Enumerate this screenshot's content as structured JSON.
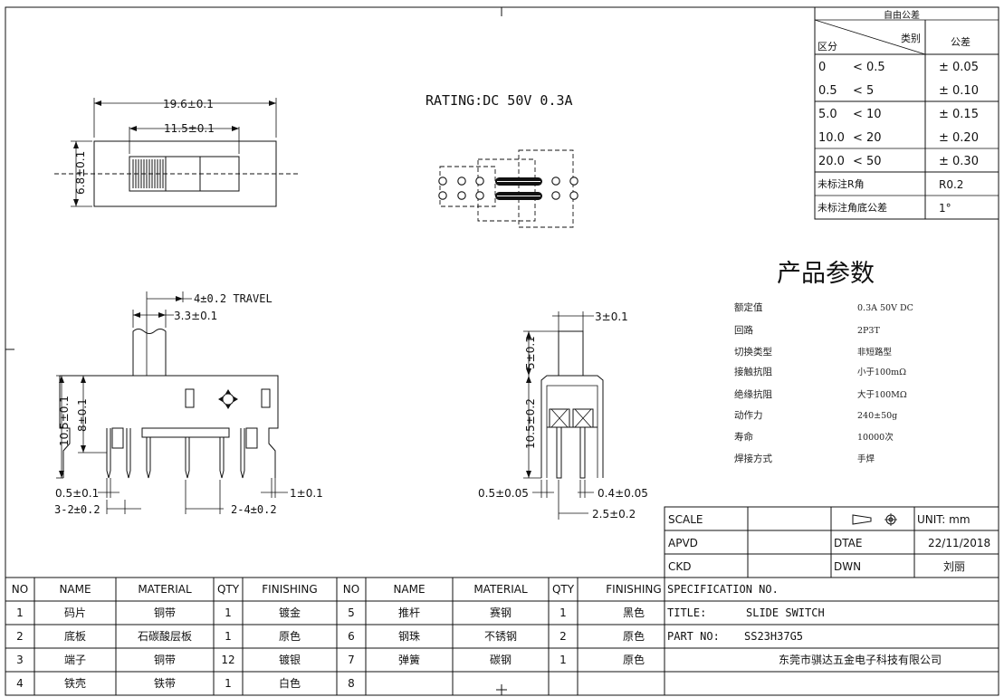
{
  "rating": "RATING:DC 50V 0.3A",
  "tolerance_table": {
    "title": "自由公差",
    "header_category": "类别",
    "header_range": "区分",
    "header_tol": "公差",
    "rows": [
      {
        "a": "0",
        "b": "< 0.5",
        "tol": "± 0.05"
      },
      {
        "a": "0.5",
        "b": "< 5",
        "tol": "± 0.10"
      },
      {
        "a": "5.0",
        "b": "< 10",
        "tol": "± 0.15"
      },
      {
        "a": "10.0",
        "b": "< 20",
        "tol": "± 0.20"
      },
      {
        "a": "20.0",
        "b": "< 50",
        "tol": "± 0.30"
      }
    ],
    "r_label": "未标注R角",
    "r_value": "R0.2",
    "angle_label": "未标注角底公差",
    "angle_value": "1°"
  },
  "params": {
    "title": "产品参数",
    "items": [
      {
        "label": "额定值",
        "value": "0.3A 50V DC"
      },
      {
        "label": "回路",
        "value": "2P3T"
      },
      {
        "label": "切换类型",
        "value": "非短路型"
      },
      {
        "label": "接触抗阻",
        "value": "小于100mΩ"
      },
      {
        "label": "绝缘抗阻",
        "value": "大于100MΩ"
      },
      {
        "label": "动作力",
        "value": "240±50g"
      },
      {
        "label": "寿命",
        "value": "10000次"
      },
      {
        "label": "焊接方式",
        "value": "手焊"
      }
    ]
  },
  "dims": {
    "top_w1": "19.6±0.1",
    "top_w2": "11.5±0.1",
    "top_h": "6.8±0.1",
    "travel": "4±0.2 TRAVEL",
    "knob": "3.3±0.1",
    "h1": "10.5±0.1",
    "h2": "8±0.1",
    "pin_t": "0.5±0.1",
    "pin_w": "1±0.1",
    "pitch1": "3-2±0.2",
    "pitch2": "2-4±0.2",
    "side_knob": "3±0.1",
    "side_h1": "5±0.1",
    "side_h2": "10.5±0.2",
    "side_t": "0.5±0.05",
    "side_pin": "0.4±0.05",
    "side_pitch": "2.5±0.2"
  },
  "title_block": {
    "scale_label": "SCALE",
    "unit": "UNIT: mm",
    "apvd_label": "APVD",
    "date_label": "DTAE",
    "date": "22/11/2018",
    "ckd_label": "CKD",
    "dwn_label": "DWN",
    "dwn_name": "刘丽",
    "spec": "SPECIFICATION NO.",
    "title_label": "TITLE:",
    "title": "SLIDE SWITCH",
    "part_label": "PART NO:",
    "part": "SS23H37G5",
    "company": "东莞市骐达五金电子科技有限公司"
  },
  "bom": {
    "headers": [
      "NO",
      "NAME",
      "MATERIAL",
      "QTY",
      "FINISHING"
    ],
    "left": [
      {
        "no": "1",
        "name": "码片",
        "material": "铜带",
        "qty": "1",
        "finish": "镀金"
      },
      {
        "no": "2",
        "name": "底板",
        "material": "石碳酸层板",
        "qty": "1",
        "finish": "原色"
      },
      {
        "no": "3",
        "name": "端子",
        "material": "铜带",
        "qty": "12",
        "finish": "镀银"
      },
      {
        "no": "4",
        "name": "铁壳",
        "material": "铁带",
        "qty": "1",
        "finish": "白色"
      }
    ],
    "right": [
      {
        "no": "5",
        "name": "推杆",
        "material": "赛钢",
        "qty": "1",
        "finish": "黑色"
      },
      {
        "no": "6",
        "name": "钢珠",
        "material": "不锈钢",
        "qty": "2",
        "finish": "原色"
      },
      {
        "no": "7",
        "name": "弹簧",
        "material": "碳钢",
        "qty": "1",
        "finish": "原色"
      },
      {
        "no": "8",
        "name": "",
        "material": "",
        "qty": "",
        "finish": ""
      }
    ]
  }
}
